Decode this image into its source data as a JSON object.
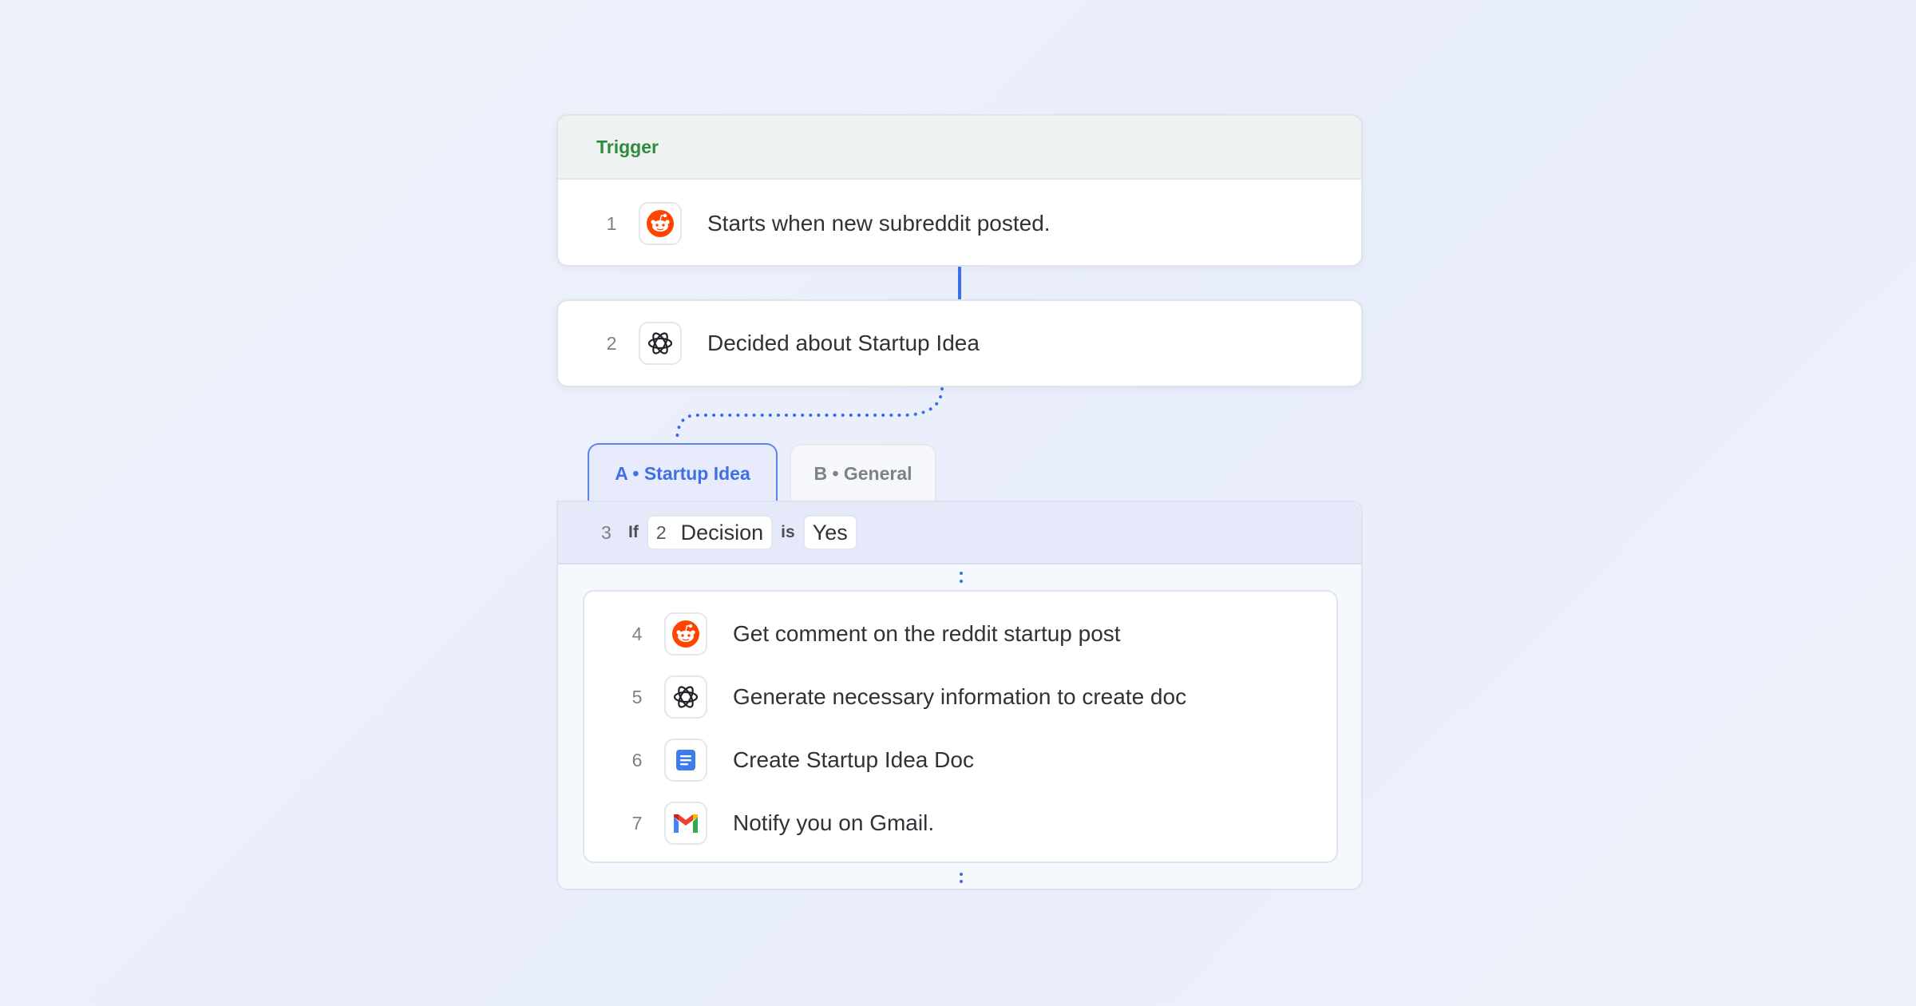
{
  "trigger": {
    "header_label": "Trigger",
    "step": {
      "num": "1",
      "icon": "reddit-icon",
      "text": "Starts when new subreddit posted."
    }
  },
  "step2": {
    "num": "2",
    "icon": "openai-icon",
    "text": "Decided about Startup Idea"
  },
  "tabs": [
    {
      "label": "A • Startup Idea",
      "active": true
    },
    {
      "label": "B • General",
      "active": false
    }
  ],
  "condition": {
    "num": "3",
    "if_label": "If",
    "field_num": "2",
    "field_label": "Decision",
    "is_label": "is",
    "value": "Yes"
  },
  "branch_steps": [
    {
      "num": "4",
      "icon": "reddit-icon",
      "text": "Get comment on the reddit startup post"
    },
    {
      "num": "5",
      "icon": "openai-icon",
      "text": "Generate necessary information to create doc"
    },
    {
      "num": "6",
      "icon": "google-docs-icon",
      "text": "Create Startup Idea Doc"
    },
    {
      "num": "7",
      "icon": "gmail-icon",
      "text": "Notify you on Gmail."
    }
  ],
  "colors": {
    "accent": "#3a6fe8",
    "trigger_green": "#2e8b3e",
    "reddit_orange": "#ff4500"
  }
}
